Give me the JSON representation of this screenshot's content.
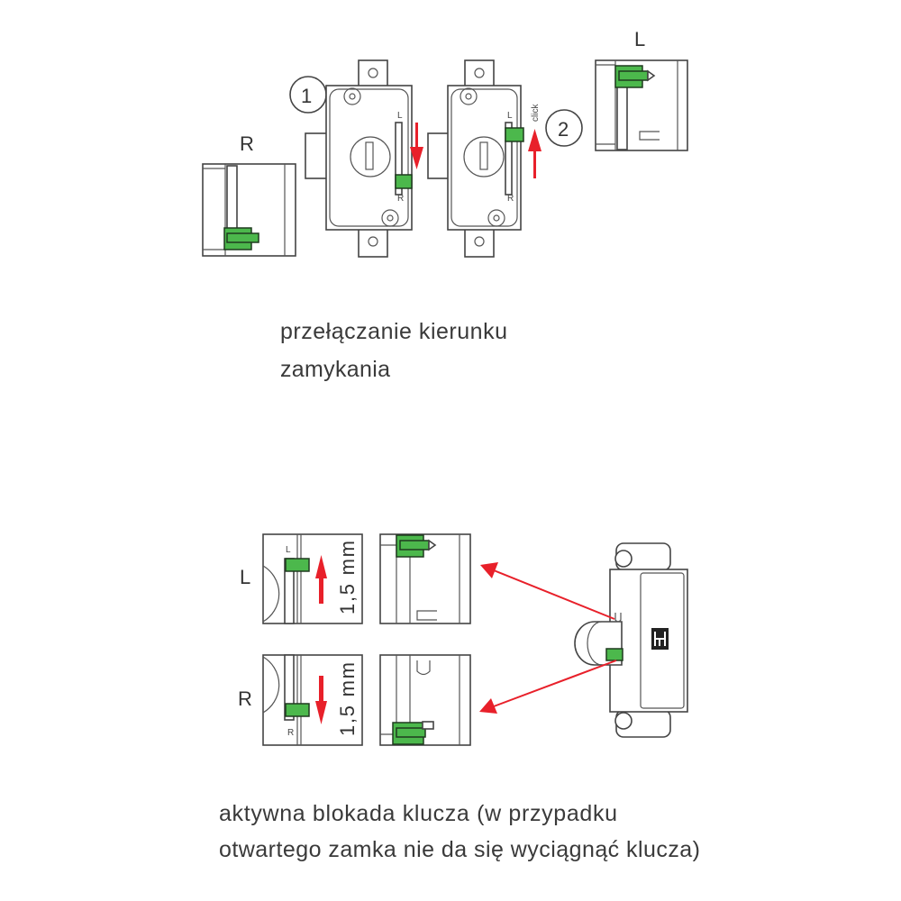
{
  "top": {
    "label_r": "R",
    "label_l": "L",
    "step1": "1",
    "step2": "2",
    "click": "click",
    "slot_l": "L",
    "slot_r": "R",
    "caption_line1": "przełączanie kierunku",
    "caption_line2": "zamykania"
  },
  "bottom": {
    "label_l": "L",
    "label_r": "R",
    "slot_l": "L",
    "slot_r": "R",
    "travel_l": "1,5 mm",
    "travel_r": "1,5 mm",
    "caption_line1": "aktywna blokada klucza (w przypadku",
    "caption_line2": "otwartego zamka nie da się wyciągnąć klucza)"
  },
  "colors": {
    "accent_green": "#4cb84c",
    "arrow_red": "#e8202a"
  }
}
